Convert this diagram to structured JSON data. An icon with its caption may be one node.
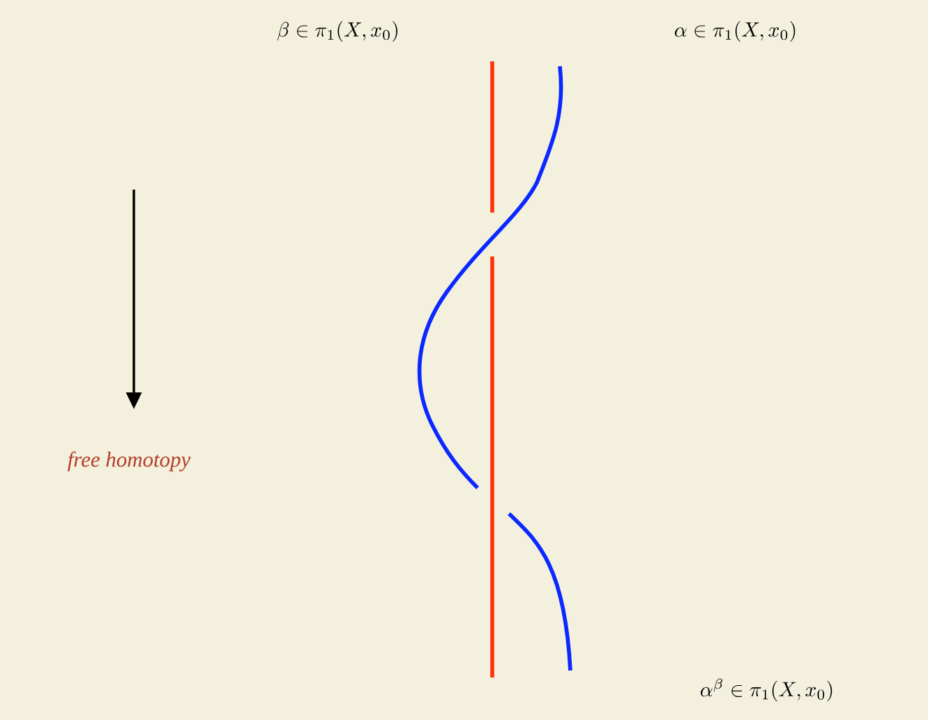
{
  "diagram": {
    "labels": [
      "\\beta \\in \\pi_1(X, x_0)",
      "\\alpha \\in \\pi_1(X, x_0)",
      "free homotopy",
      "\\alpha^\\beta \\in \\pi_1(X, x_0)"
    ]
  }
}
